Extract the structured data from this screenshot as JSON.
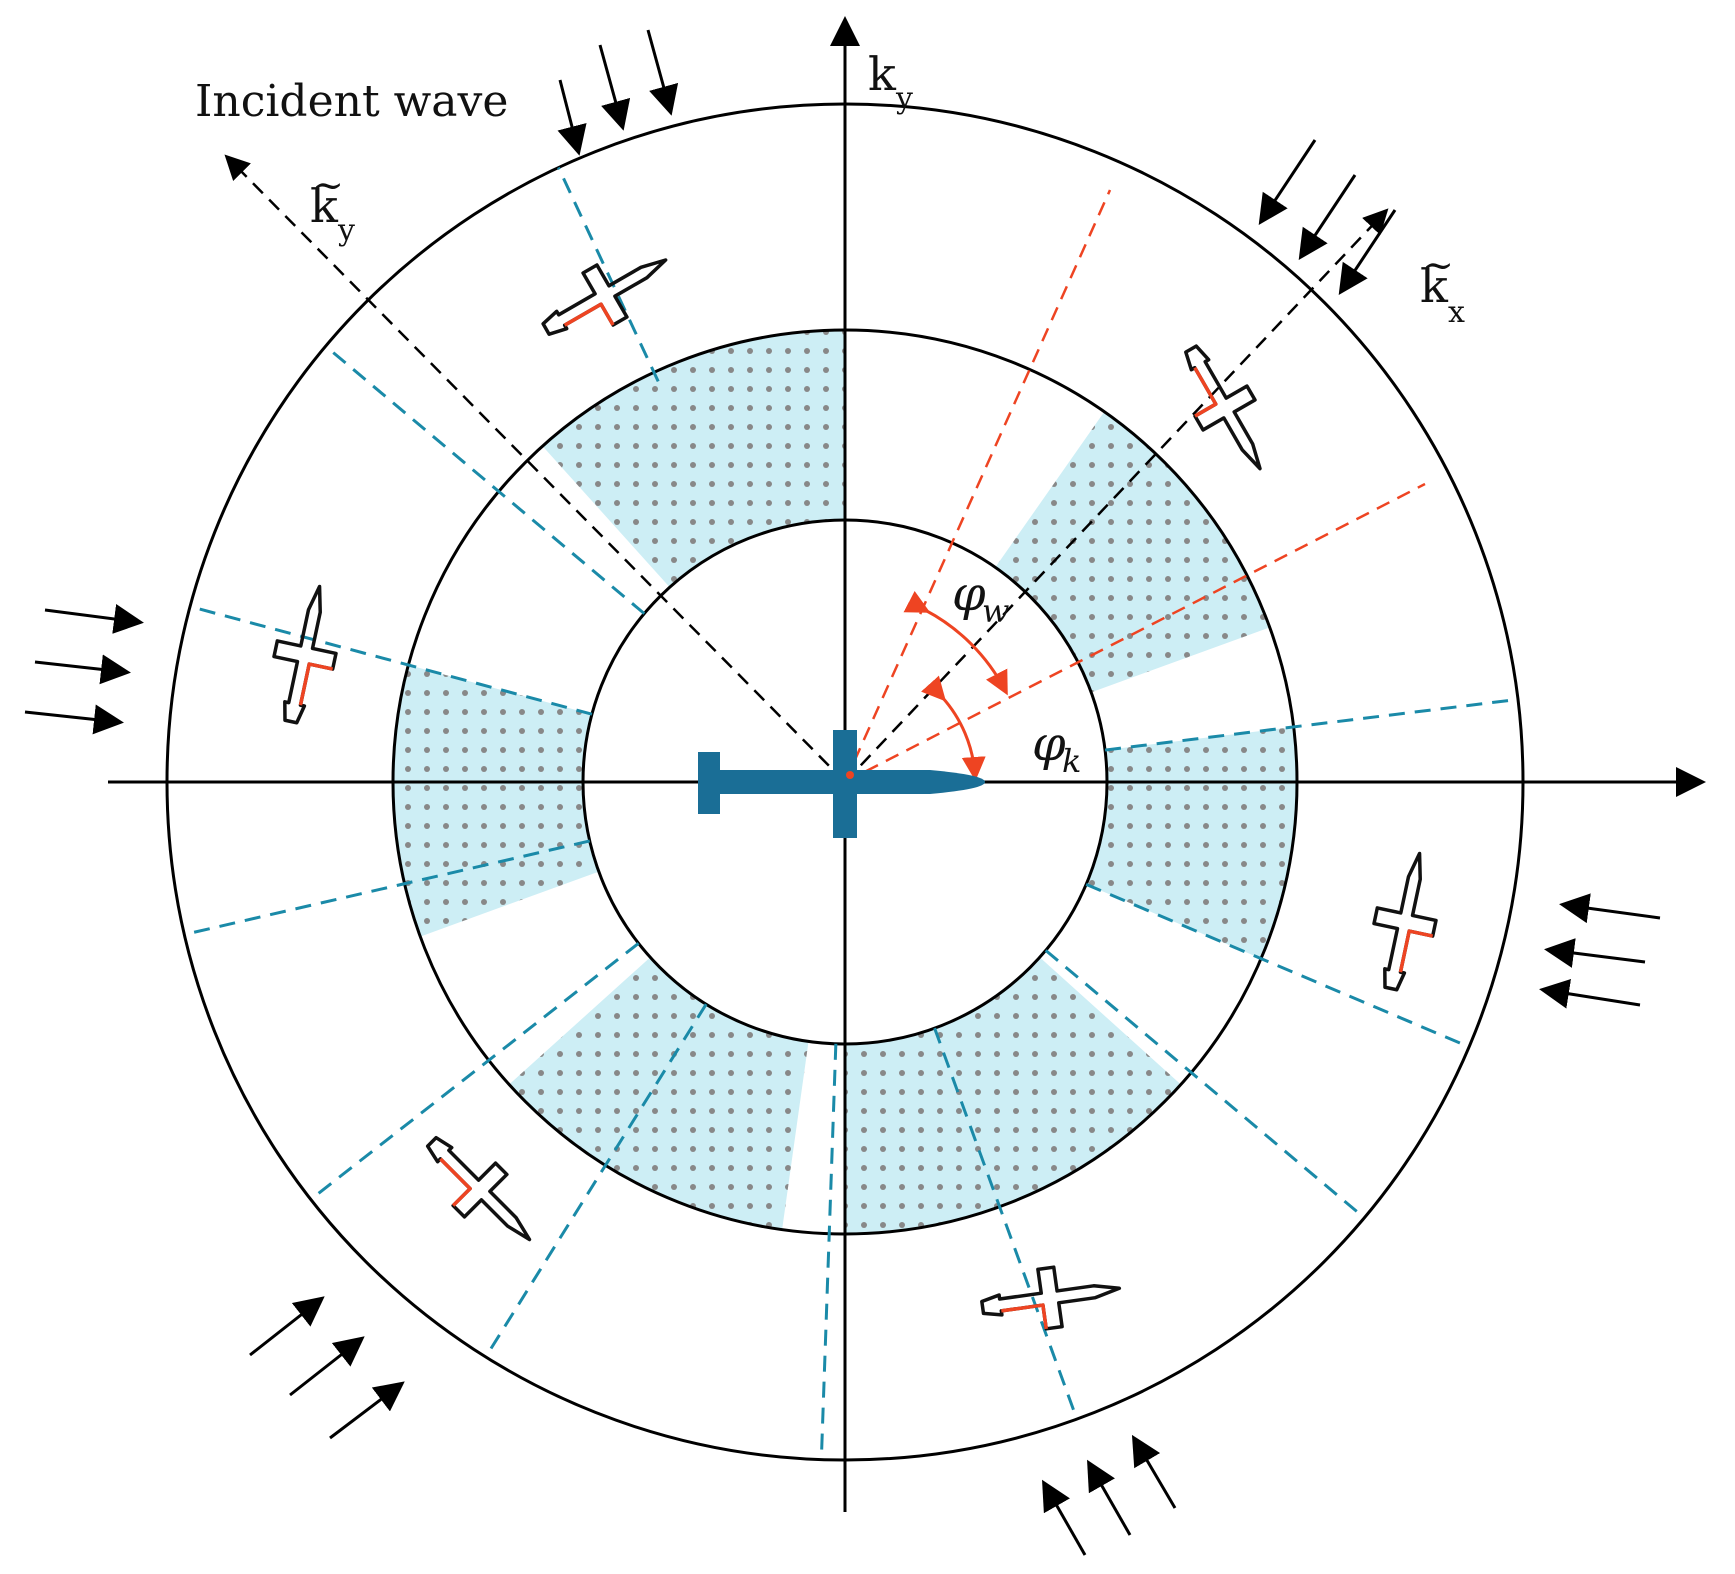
{
  "labels": {
    "incident_wave": "Incident wave",
    "ky": "k",
    "ky_sub": "y",
    "ky_tilde": "k",
    "ky_tilde_sub": "y",
    "kx_tilde": "k",
    "kx_tilde_sub": "x",
    "tilde_mark": "~",
    "phi_w": "φ",
    "phi_w_sub": "w",
    "phi_k": "φ",
    "phi_k_sub": "k"
  },
  "colors": {
    "axis": "#000000",
    "reference_axes": "#000000",
    "angle_marks": "#ee4422",
    "sector_boundaries": "#1a8aa8",
    "shaded_sector": "#cdeef5",
    "dots": "#888888",
    "central_aircraft": "#1a6e96",
    "aircraft_outline": "#111111",
    "aircraft_highlight": "#ee4422"
  },
  "icons": {
    "central": "aircraft-icon",
    "outer_ring": "aircraft-outline-icon",
    "incoming": "arrow-icon"
  }
}
